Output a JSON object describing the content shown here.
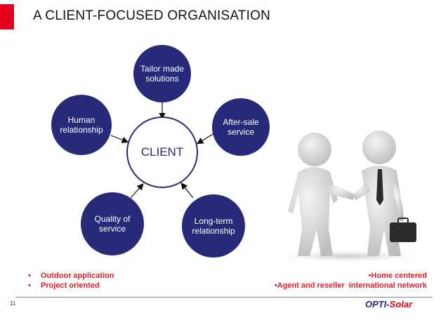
{
  "title": "A CLIENT-FOCUSED ORGANISATION",
  "center_label": "CLIENT",
  "nodes": {
    "top": [
      "Tailor made",
      "solutions"
    ],
    "right": [
      "After-sale",
      "service"
    ],
    "bottom_right": [
      "Long-term",
      "relationship"
    ],
    "bottom_left": [
      "Quality of",
      "service"
    ],
    "left": [
      "Human",
      "relationship"
    ]
  },
  "bullets_left": [
    "Outdoor application",
    "Project oriented"
  ],
  "bullets_right": [
    "Home centered",
    "Agent and reseller  international network"
  ],
  "bullet_char": "•",
  "page_number": "11",
  "logo": {
    "part1": "OPTI-",
    "part2": "Solar"
  },
  "colors": {
    "node": "#262a78",
    "accent": "#e2001a",
    "bullet_text": "#d8222a"
  }
}
